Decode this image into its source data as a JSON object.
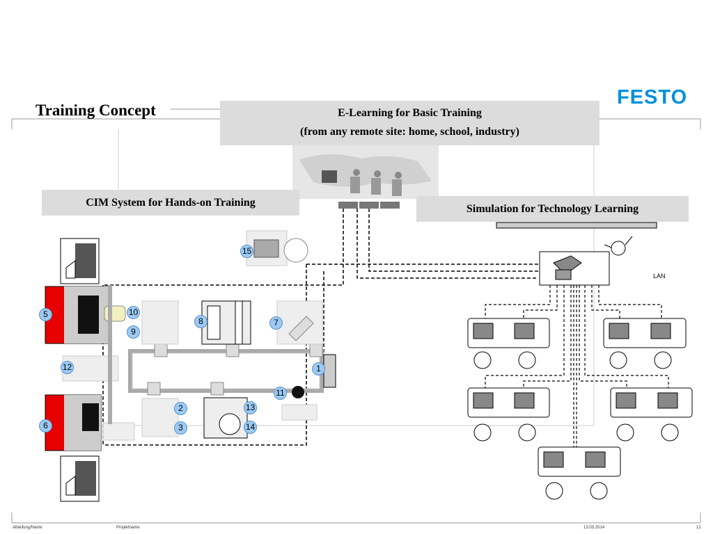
{
  "slide": {
    "title": "Training Concept",
    "logo_text": "FESTO",
    "brand_color": "#0091dc"
  },
  "boxes": {
    "elearning_line1": "E-Learning for Basic Training",
    "elearning_line2": "(from any remote site: home, school, industry)",
    "cim": "CIM System for Hands-on Training",
    "simulation": "Simulation for Technology Learning"
  },
  "network": {
    "lan_label": "LAN"
  },
  "stations": [
    "1",
    "2",
    "3",
    "5",
    "6",
    "7",
    "8",
    "9",
    "10",
    "11",
    "12",
    "13",
    "14",
    "15"
  ],
  "footer": {
    "department": "Abteilung/Name",
    "project": "Projektname",
    "date": "13.03.2014",
    "page": "12"
  },
  "icons": [
    "monitor-icon",
    "person-icon",
    "workstation-icon",
    "robot-icon",
    "conveyor-icon",
    "storage-rack-icon"
  ]
}
